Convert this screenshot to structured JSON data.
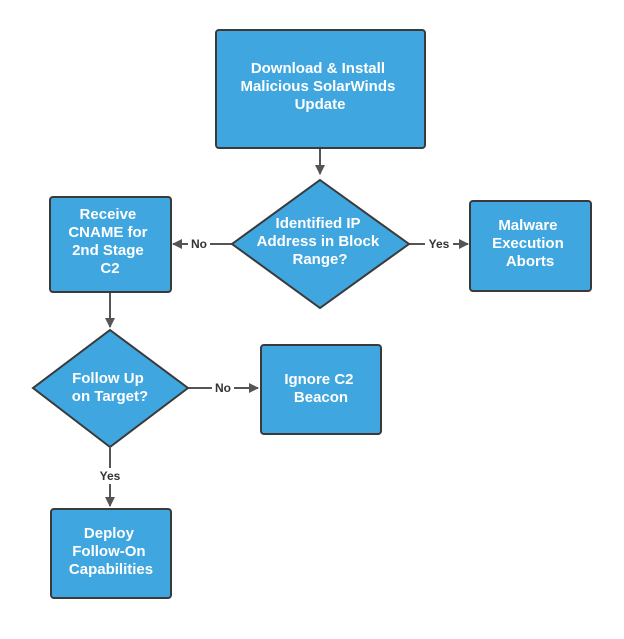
{
  "nodes": {
    "download": {
      "lines": [
        "Download & Install",
        "Malicious SolarWinds",
        "Update"
      ]
    },
    "identified_ip": {
      "lines": [
        "Identified IP",
        "Address in Block",
        "Range?"
      ]
    },
    "receive_cname": {
      "lines": [
        "Receive",
        "CNAME for",
        "2nd Stage",
        "C2"
      ]
    },
    "malware_aborts": {
      "lines": [
        "Malware",
        "Execution",
        "Aborts"
      ]
    },
    "follow_up": {
      "lines": [
        "Follow Up",
        "on Target?"
      ]
    },
    "ignore_c2": {
      "lines": [
        "Ignore C2",
        "Beacon"
      ]
    },
    "deploy": {
      "lines": [
        "Deploy",
        "Follow-On",
        "Capabilities"
      ]
    }
  },
  "edges": {
    "ip_no": "No",
    "ip_yes": "Yes",
    "follow_no": "No",
    "follow_yes": "Yes"
  },
  "colors": {
    "node_fill": "#3fa6df",
    "node_border": "#3a3a3a",
    "arrow": "#555555"
  }
}
